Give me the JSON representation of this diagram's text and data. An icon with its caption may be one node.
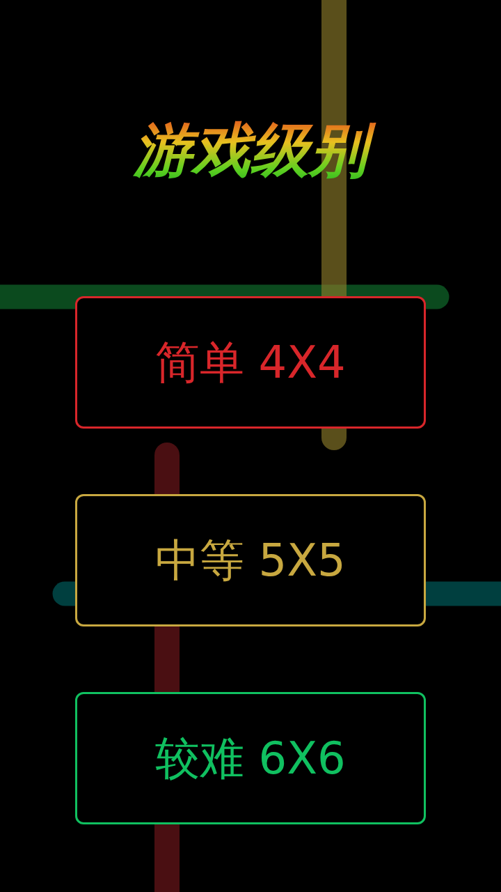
{
  "diagram": {
    "title": "游戏级别",
    "nodes": [
      {
        "text": [
          "简单 4X4"
        ]
      },
      {
        "text": [
          "中等 5X5"
        ]
      },
      {
        "text": [
          "较难 6X6"
        ]
      }
    ]
  }
}
